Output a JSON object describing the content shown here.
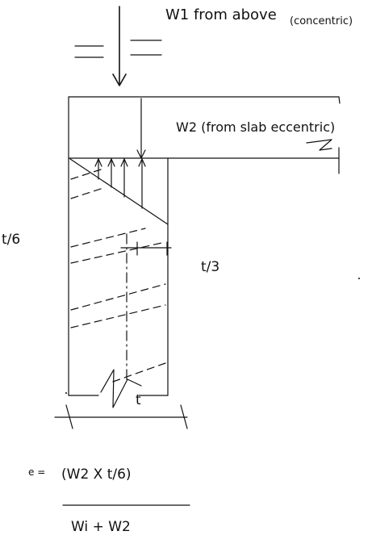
{
  "labels": {
    "w1": "W1 from above",
    "w1_note": "(concentric)",
    "w2": "W2 (from slab eccentric)",
    "t6": "t/6",
    "t3": "t/3",
    "t": "t",
    "eq_lhs": "e =",
    "eq_num": "(W2 X t/6)",
    "eq_den": "Wi + W2"
  },
  "colors": {
    "ink": "#111111",
    "background": "#ffffff"
  }
}
